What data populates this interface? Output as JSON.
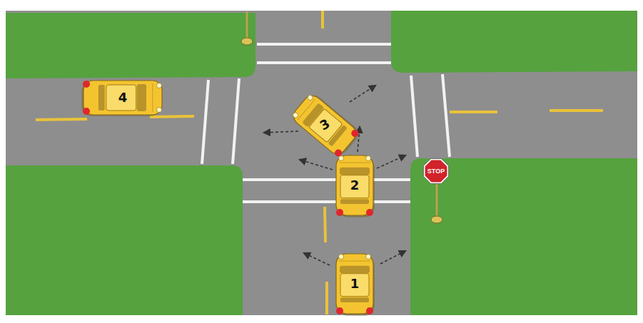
{
  "diagram": {
    "nodes": [
      {
        "text": [
          "4"
        ]
      },
      {
        "text": [
          "3"
        ]
      },
      {
        "text": [
          "2"
        ]
      },
      {
        "text": [
          "STOP"
        ]
      },
      {
        "text": [
          "1"
        ]
      }
    ]
  }
}
